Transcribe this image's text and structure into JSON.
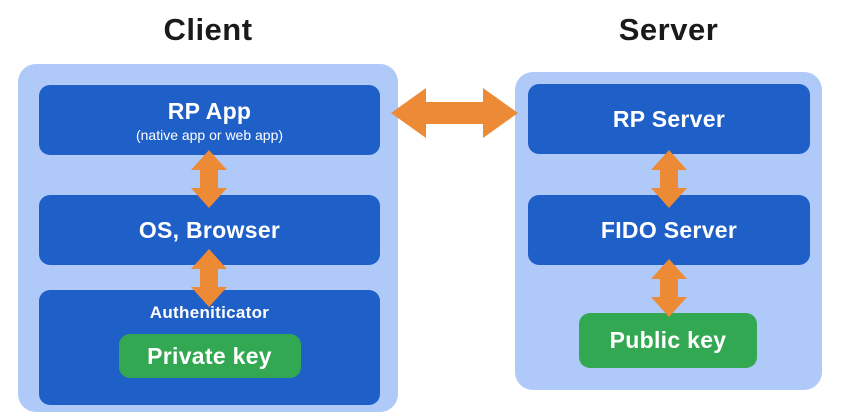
{
  "client": {
    "title": "Client",
    "boxes": {
      "rp_app": {
        "label": "RP App",
        "sublabel": "(native app or web app)"
      },
      "os_browser": {
        "label": "OS, Browser"
      },
      "authenticator": {
        "label": "Autheniticator",
        "key_label": "Private key"
      }
    }
  },
  "server": {
    "title": "Server",
    "boxes": {
      "rp_server": {
        "label": "RP Server"
      },
      "fido_server": {
        "label": "FIDO Server"
      },
      "public_key_label": "Public key"
    }
  },
  "connections": [
    {
      "from": "RP App",
      "to": "RP Server",
      "type": "bidirectional-arrow"
    },
    {
      "from": "RP App",
      "to": "OS, Browser",
      "type": "bidirectional-arrow"
    },
    {
      "from": "OS, Browser",
      "to": "Autheniticator",
      "type": "bidirectional-arrow"
    },
    {
      "from": "RP Server",
      "to": "FIDO Server",
      "type": "bidirectional-arrow"
    },
    {
      "from": "FIDO Server",
      "to": "Public key",
      "type": "bidirectional-arrow"
    }
  ],
  "colors": {
    "background": "#FFFFFF",
    "panel": "#AFC9F9",
    "node": "#1F5FC8",
    "key": "#33A852",
    "arrow": "#ED8A36",
    "title_text": "#1A1A1A",
    "node_text": "#FFFFFF"
  }
}
